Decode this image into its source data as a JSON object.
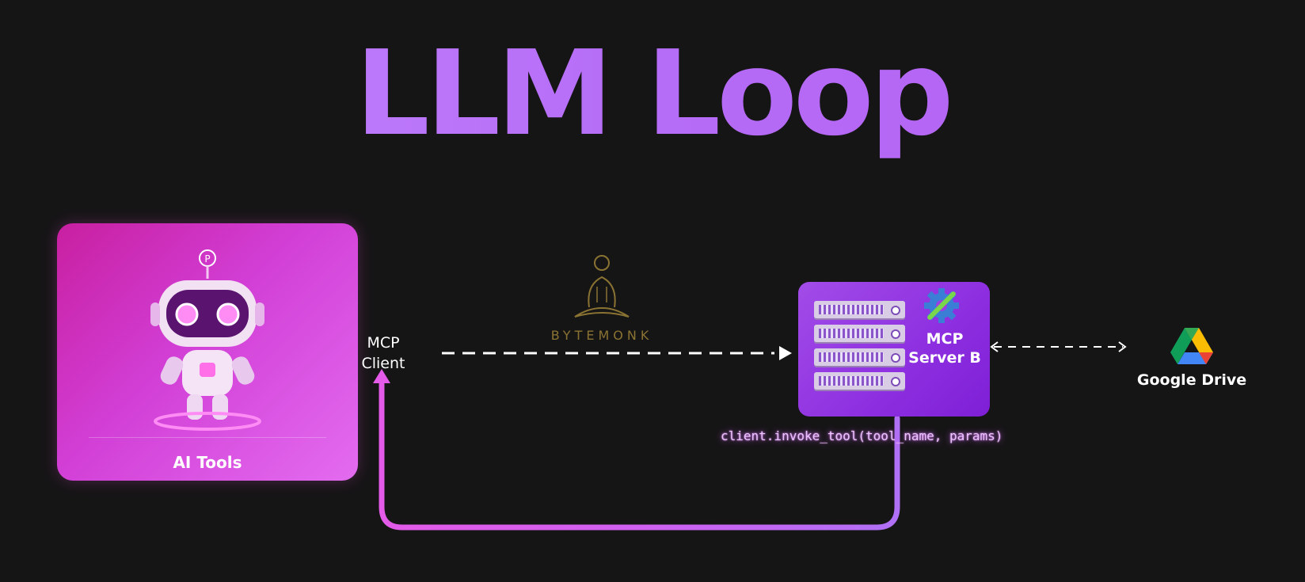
{
  "title": "LLM Loop",
  "ai_card": {
    "label": "AI Tools"
  },
  "client": {
    "line1": "MCP",
    "line2": "Client"
  },
  "watermark": "BYTEMONK",
  "server": {
    "line1": "MCP",
    "line2": "Server B"
  },
  "drive": {
    "label": "Google Drive"
  },
  "code": "client.invoke_tool(tool_name, params)",
  "colors": {
    "background": "#161516",
    "accent_purple": "#b460f2",
    "card_pink": "#d23fd6",
    "server_purple": "#8d2fe0"
  }
}
